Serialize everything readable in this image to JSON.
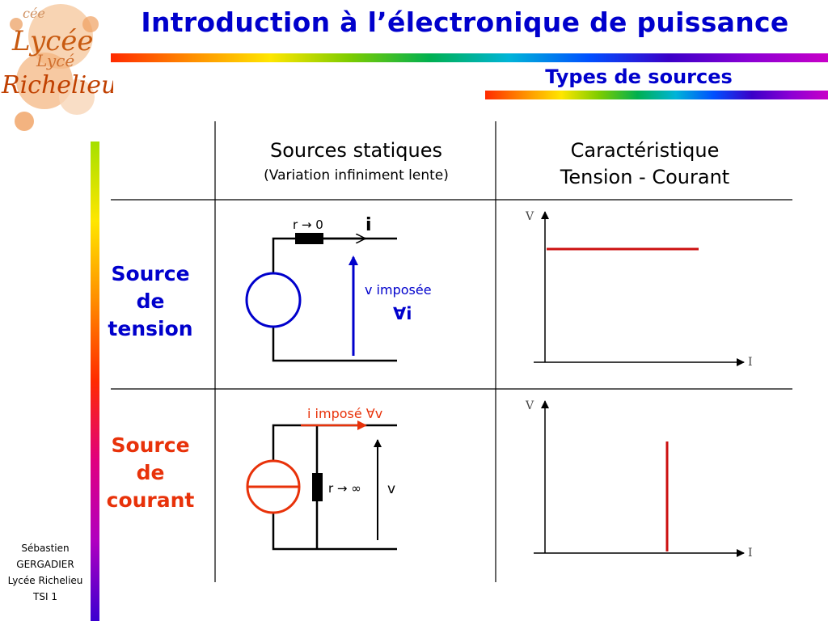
{
  "header": {
    "title": "Introduction à l’électronique de puissance",
    "subtitle": "Types de sources"
  },
  "logo": {
    "text": "Lycée Richelieu"
  },
  "table": {
    "col1_header": "Sources statiques",
    "col1_subheader": "(Variation infiniment lente)",
    "col2_header_line1": "Caractéristique",
    "col2_header_line2": "Tension - Courant",
    "rows": [
      {
        "label_line1": "Source",
        "label_line2": "de",
        "label_line3": "tension",
        "resistor_label": "r → 0",
        "current_label": "i",
        "voltage_label": "v imposée",
        "forall_label": "∀i",
        "graph_y_label": "V",
        "graph_x_label": "I"
      },
      {
        "label_line1": "Source",
        "label_line2": "de",
        "label_line3": "courant",
        "current_label": "i imposé ∀v",
        "resistor_label": "r → ∞",
        "voltage_label": "v",
        "graph_y_label": "V",
        "graph_x_label": "I"
      }
    ]
  },
  "footer": {
    "line1": "Sébastien",
    "line2": "GERGADIER",
    "line3": "Lycée Richelieu",
    "line4": "TSI 1"
  },
  "colors": {
    "title": "#0000cc",
    "voltage_source": "#0000cc",
    "current_source": "#e8320a",
    "characteristic": "#cc1111"
  }
}
